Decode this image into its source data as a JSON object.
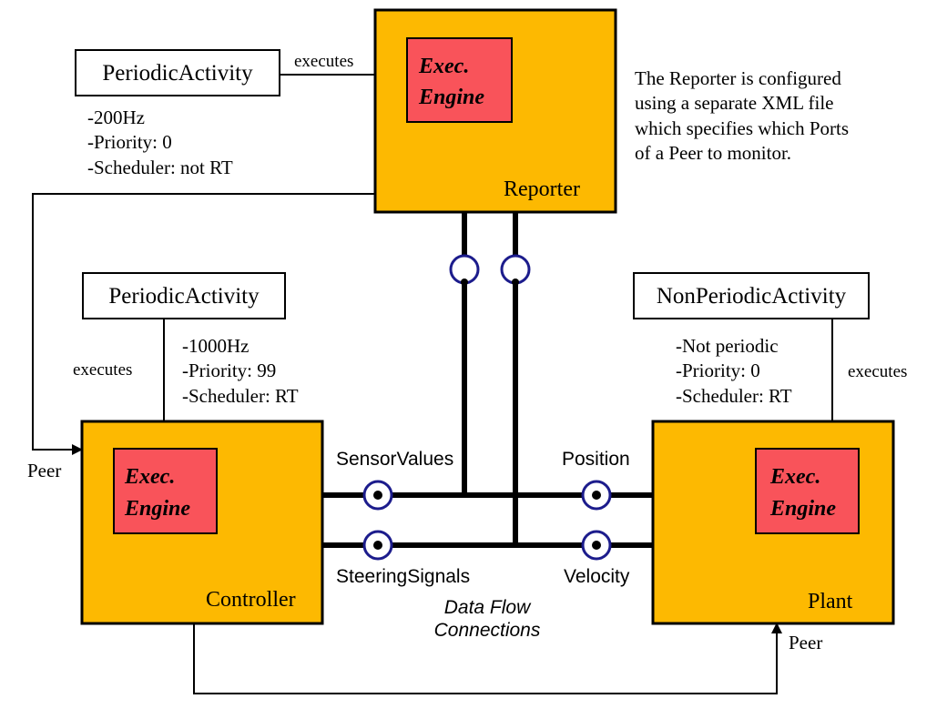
{
  "colors": {
    "component_fill": "#fdb901",
    "engine_fill": "#f9535a",
    "port_stroke": "#1c1c8c",
    "line": "#000000"
  },
  "components": {
    "reporter": "Reporter",
    "controller": "Controller",
    "plant": "Plant"
  },
  "engine_label_line1": "Exec.",
  "engine_label_line2": "Engine",
  "activities": {
    "top": {
      "name": "PeriodicActivity",
      "props": [
        "-200Hz",
        "-Priority: 0",
        "-Scheduler: not RT"
      ]
    },
    "left": {
      "name": "PeriodicActivity",
      "props": [
        "-1000Hz",
        "-Priority: 99",
        "-Scheduler: RT"
      ]
    },
    "right": {
      "name": "NonPeriodicActivity",
      "props": [
        "-Not periodic",
        "-Priority: 0",
        "-Scheduler: RT"
      ]
    }
  },
  "executes_label": "executes",
  "peer_label": "Peer",
  "ports": {
    "sensor_values": "SensorValues",
    "steering_signals": "SteeringSignals",
    "position": "Position",
    "velocity": "Velocity"
  },
  "dataflow_line1": "Data Flow",
  "dataflow_line2": "Connections",
  "note_lines": [
    "The Reporter is configured",
    "using a separate XML file",
    "which specifies which Ports",
    "of a Peer to monitor."
  ]
}
